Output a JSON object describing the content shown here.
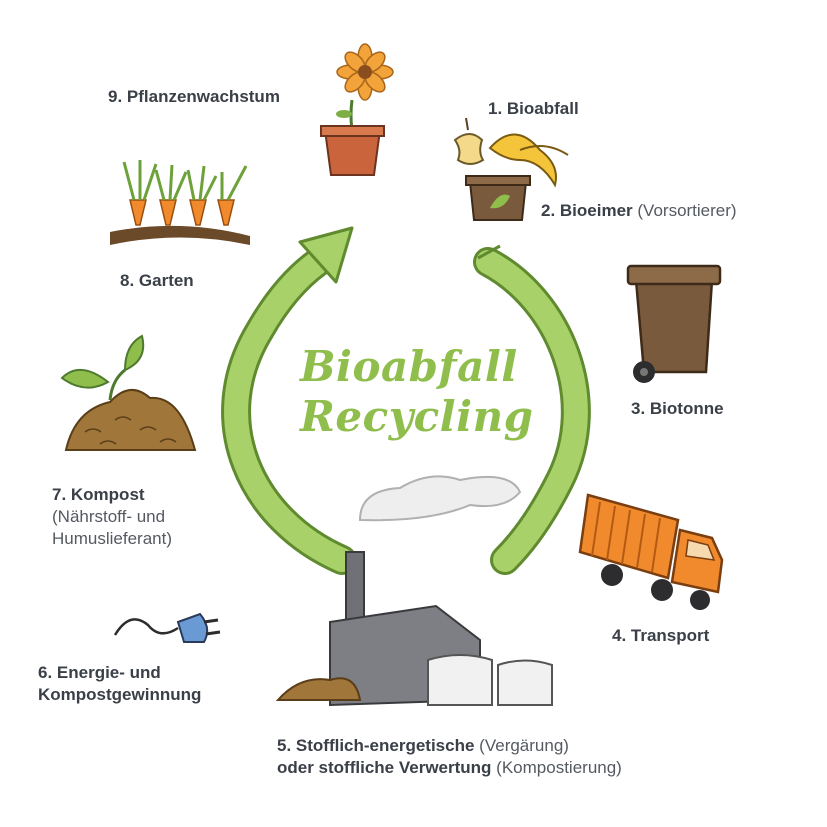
{
  "title": {
    "line1": "Bioabfall",
    "line2": "Recycling"
  },
  "steps": [
    {
      "bold": "1. Bioabfall",
      "note": ""
    },
    {
      "bold": "2. Bioeimer",
      "note": "(Vorsortierer)"
    },
    {
      "bold": "3. Biotonne",
      "note": ""
    },
    {
      "bold": "4. Transport",
      "note": ""
    },
    {
      "bold": "5. Stofflich-energetische",
      "note": "(Vergärung)",
      "bold2": "oder stoffliche Verwertung",
      "note2": "(Kompostierung)"
    },
    {
      "bold": "6. Energie- und",
      "bold2": "Kompostgewinnung"
    },
    {
      "bold": "7. Kompost",
      "note": "(Nährstoff- und",
      "note2": "Humuslieferant)"
    },
    {
      "bold": "8. Garten",
      "note": ""
    },
    {
      "bold": "9. Pflanzenwachstum",
      "note": ""
    }
  ],
  "colors": {
    "arrow": "#8fbe4c",
    "arrow_dark": "#5f8a2e",
    "text": "#3d4249",
    "bin": "#7a5a3c",
    "truck": "#f08a2c",
    "factory": "#7d7f84"
  },
  "icons": [
    "flower-pot-icon",
    "banana-peel-icon",
    "bio-bucket-icon",
    "bio-bin-icon",
    "truck-icon",
    "biogas-plant-icon",
    "plug-icon",
    "compost-icon",
    "carrots-icon"
  ]
}
